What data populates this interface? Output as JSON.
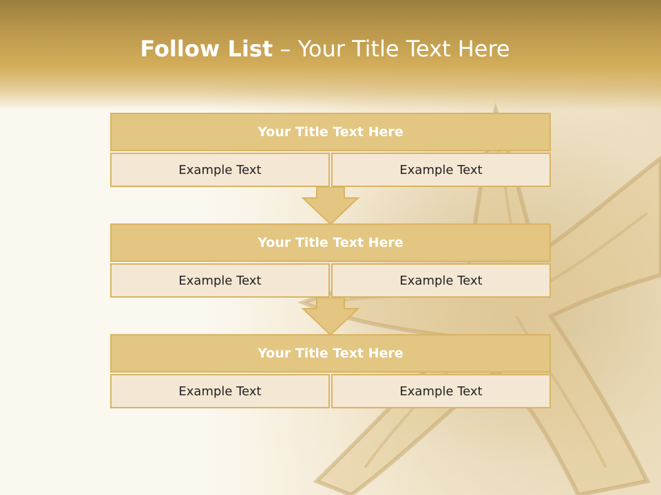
{
  "slide": {
    "title_bold": "Follow List",
    "title_rest": " – Your Title Text Here"
  },
  "colors": {
    "header": "#d3ad5a",
    "block_title": "#e2c682",
    "block_cell": "#f4e7d3",
    "border": "#d9b363"
  },
  "blocks": [
    {
      "title": "Your Title Text Here",
      "left": "Example Text",
      "right": "Example Text"
    },
    {
      "title": "Your Title Text Here",
      "left": "Example Text",
      "right": "Example Text"
    },
    {
      "title": "Your Title Text Here",
      "left": "Example Text",
      "right": "Example Text"
    }
  ]
}
